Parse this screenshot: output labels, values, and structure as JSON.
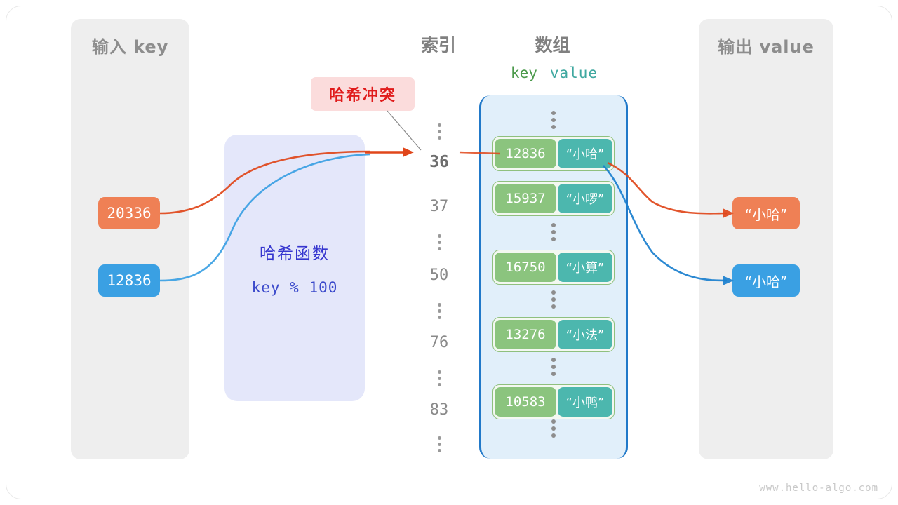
{
  "panels": {
    "input_title": "输入 key",
    "output_title": "输出 value"
  },
  "headings": {
    "index": "索引",
    "array": "数组",
    "key": "key",
    "value": "value"
  },
  "hash_function": {
    "title": "哈希函数",
    "formula": "key % 100"
  },
  "collision": {
    "label": "哈希冲突"
  },
  "input_keys": [
    {
      "value": "20336",
      "color": "#ef8055"
    },
    {
      "value": "12836",
      "color": "#3aa0e3"
    }
  ],
  "output_values": [
    {
      "value": "“小哈”",
      "color": "#ef8055"
    },
    {
      "value": "“小哈”",
      "color": "#3aa0e3"
    }
  ],
  "index_column": [
    {
      "type": "dots"
    },
    {
      "type": "index",
      "label": "36",
      "bold": true
    },
    {
      "type": "index",
      "label": "37",
      "bold": false
    },
    {
      "type": "dots"
    },
    {
      "type": "index",
      "label": "50",
      "bold": false
    },
    {
      "type": "dots"
    },
    {
      "type": "index",
      "label": "76",
      "bold": false
    },
    {
      "type": "dots"
    },
    {
      "type": "index",
      "label": "83",
      "bold": false
    },
    {
      "type": "dots"
    }
  ],
  "buckets": [
    {
      "key": "12836",
      "value": "“小哈”"
    },
    {
      "key": "15937",
      "value": "“小啰”"
    },
    {
      "key": "16750",
      "value": "“小算”"
    },
    {
      "key": "13276",
      "value": "“小法”"
    },
    {
      "key": "10583",
      "value": "“小鸭”"
    }
  ],
  "colors": {
    "panel_bg": "#eeeeee",
    "array_bg": "#e1effa",
    "array_border": "#2179c9",
    "bucket_key": "#8bc47e",
    "bucket_value": "#4cb7ae",
    "hash_box_bg": "#e4e7fa",
    "hash_text": "#3636cf",
    "orange": "#ef8055",
    "orange_line": "#e0461a",
    "blue": "#3aa0e3",
    "blue_line": "#1a7fce",
    "collision_bg": "#fbdcdc",
    "collision_text": "#e01b1b"
  },
  "watermark": "www.hello-algo.com"
}
